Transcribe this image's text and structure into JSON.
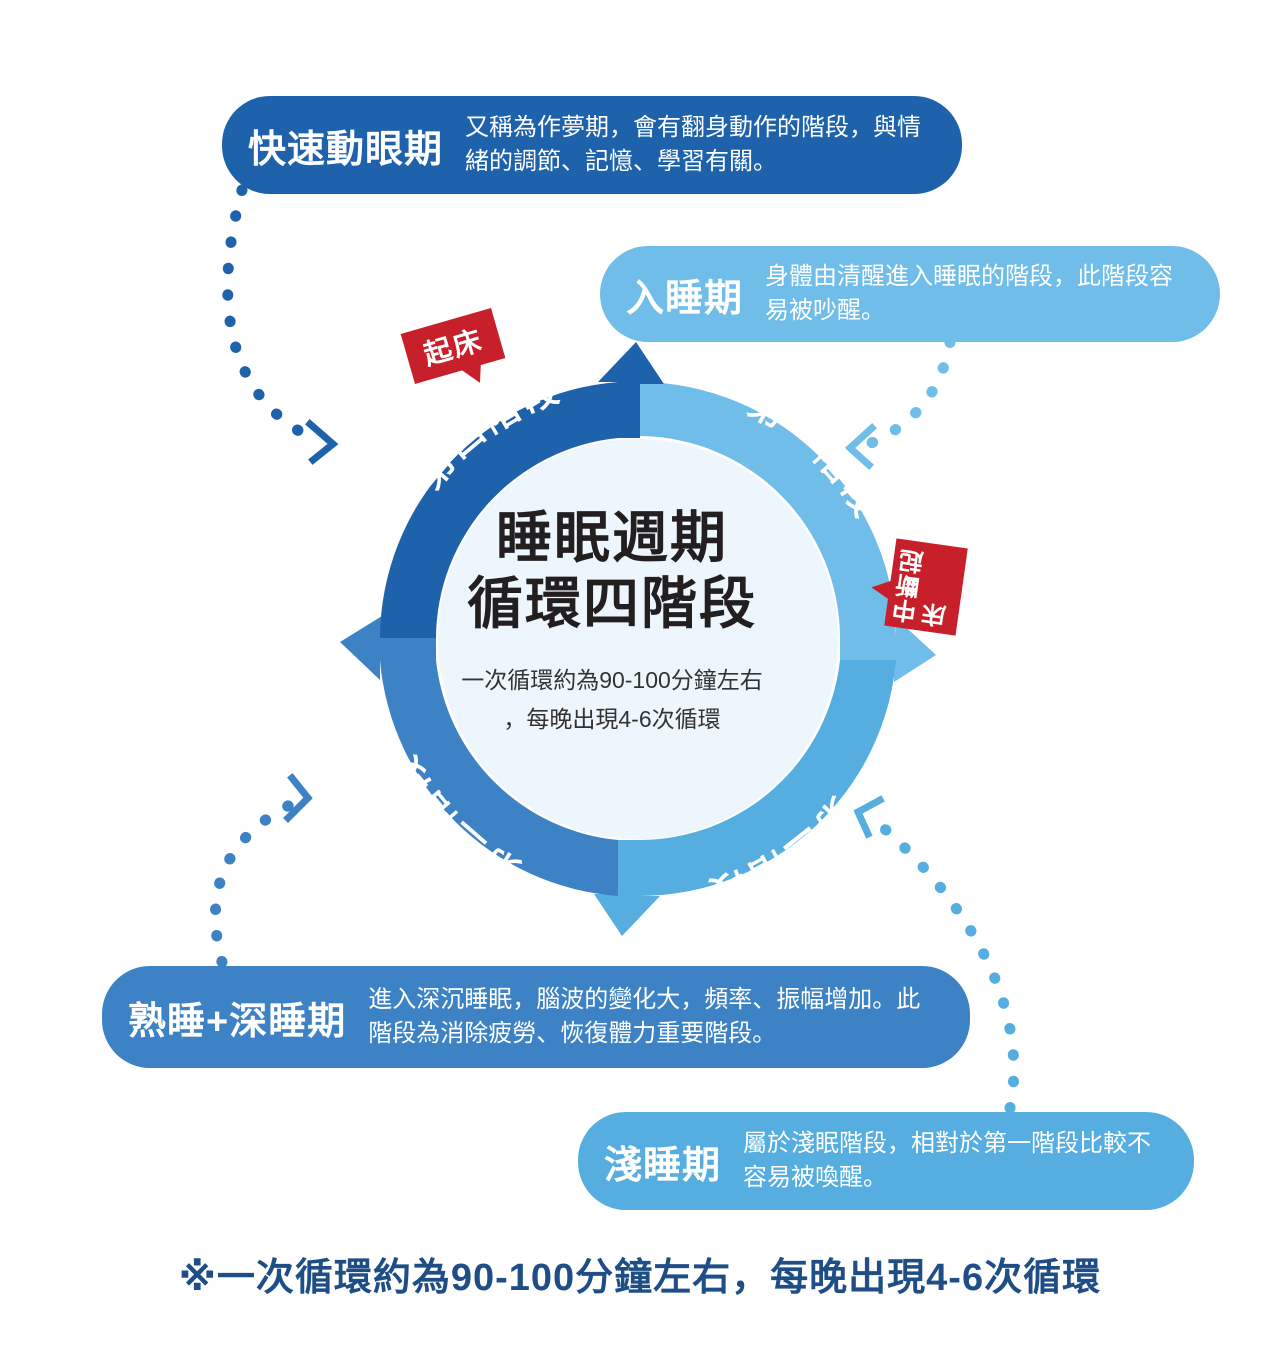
{
  "colors": {
    "stage1": "#6FBDE8",
    "stage2": "#55AEDF",
    "stage3": "#3D82C4",
    "stage4": "#1F62AC",
    "inner_circle": "#EDF6FC",
    "flag_red": "#C8202B",
    "footer_navy": "#1F4E87",
    "title_black": "#231F20"
  },
  "center": {
    "title": "睡眠週期\n循環四階段",
    "subtitle": "一次循環約為90-100分鐘左右\n，每晚出現4-6次循環"
  },
  "ring": {
    "segments": [
      {
        "id": "stage-1",
        "label": "第一階段",
        "color": "#6FBDE8"
      },
      {
        "id": "stage-2",
        "label": "第二階段",
        "color": "#55AEDF"
      },
      {
        "id": "stage-3",
        "label": "第三階段",
        "color": "#3D82C4"
      },
      {
        "id": "stage-4",
        "label": "第四階段",
        "color": "#1F62AC"
      }
    ]
  },
  "flags": [
    {
      "id": "wake-up",
      "label": "起床",
      "color": "#C8202B"
    },
    {
      "id": "interrupted",
      "label": "中斷起床",
      "color": "#C8202B"
    }
  ],
  "cards": [
    {
      "id": "rem",
      "title": "快速動眼期",
      "desc": "又稱為作夢期，會有翻身動作的階段，與情緒的調節、記憶、學習有關。",
      "color": "#1F62AC"
    },
    {
      "id": "sleep-onset",
      "title": "入睡期",
      "desc": "身體由清醒進入睡眠的階段，此階段容易被吵醒。",
      "color": "#6FBDE8"
    },
    {
      "id": "deep-sleep",
      "title": "熟睡+深睡期",
      "desc": "進入深沉睡眠，腦波的變化大，頻率、振幅增加。此階段為消除疲勞、恢復體力重要階段。",
      "color": "#3D82C4"
    },
    {
      "id": "light-sleep",
      "title": "淺睡期",
      "desc": "屬於淺眠階段，相對於第一階段比較不容易被喚醒。",
      "color": "#55AEDF"
    }
  ],
  "footer": {
    "note": "※一次循環約為90-100分鐘左右，每晚出現4-6次循環"
  }
}
